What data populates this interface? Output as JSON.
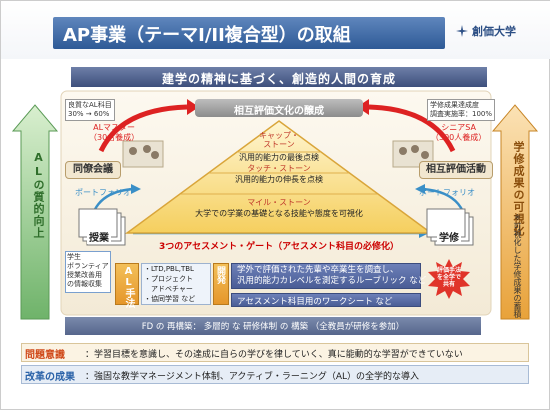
{
  "title": "AP事業（テーマI/II複合型）の取組",
  "logo_text": "創価大学",
  "banner": "建学の精神に基づく、創造的人間の育成",
  "left_stat": [
    "良質なAL科目",
    "30%  →  60%"
  ],
  "right_stat": [
    "学修成果達成度",
    "調査実施率：100%"
  ],
  "culture": "相互評価文化の醸成",
  "left_top_label": [
    "ALマスター",
    "（30名養成）"
  ],
  "right_top_label": [
    "シニアSA",
    "（300人養成）"
  ],
  "left_pill": "同僚会議",
  "right_pill": "相互評価活動",
  "portfolio_left": "ポートフォリオ",
  "portfolio_right": "ポートフォリオ",
  "left_vbar": "ALの質的向上",
  "right_vbar": "学修成果の可視化",
  "pyramid": {
    "cap_stone": [
      "キャップ・",
      "ストーン"
    ],
    "cap_text": "汎用的能力の最後点検",
    "touch_stone": "タッチ・ストーン",
    "touch_text": "汎用的能力の伸長を点検",
    "mile_stone": "マイル・ストーン",
    "mile_text": "大学での学業の基礎となる技能や態度を可視化"
  },
  "left_doc": "授業",
  "right_doc": "学修",
  "assessment": "3つのアセスメント・ゲート（アセスメント科目の必修化）",
  "student_box": [
    "学生",
    "ボランティア",
    "授業改善用",
    "の情報収集"
  ],
  "al_tag": "AL手法",
  "al_items": [
    "・LTD,PBL,TBL",
    "・プロジェクト",
    "　アドベチャー",
    "・協同学習  など"
  ],
  "dev_tag": "開発",
  "dev_text": [
    "学外で評価された先輩や卒業生を調査し、",
    "汎用的能力カレベルを測定するルーブリック など"
  ],
  "worksheet": "アセスメント科目用のワークシート など",
  "starburst": [
    "評価手法",
    "を全学で",
    "共有"
  ],
  "fd_bar": "FD の 再構築： 多層的 な 研修体制 の 構築 （全教員が研修を参加）",
  "problem_label": "問題意識",
  "problem_text": "：学習目標を意識し、その達成に自らの学びを律していく、真に能動的な学習ができていない",
  "reform_label": "改革の成果",
  "reform_text": "：強固な教学マネージメント体制、アクティブ・ラーニング（AL）の全学的な導入",
  "side_note": "※可視化した学修成果の蓄積",
  "colors": {
    "title_blue": "#2e5a96",
    "left_green": "#6fb36a",
    "right_orange": "#e8a23a",
    "pyramid_gold": "#f7d46a",
    "red_text": "#cc0000"
  }
}
